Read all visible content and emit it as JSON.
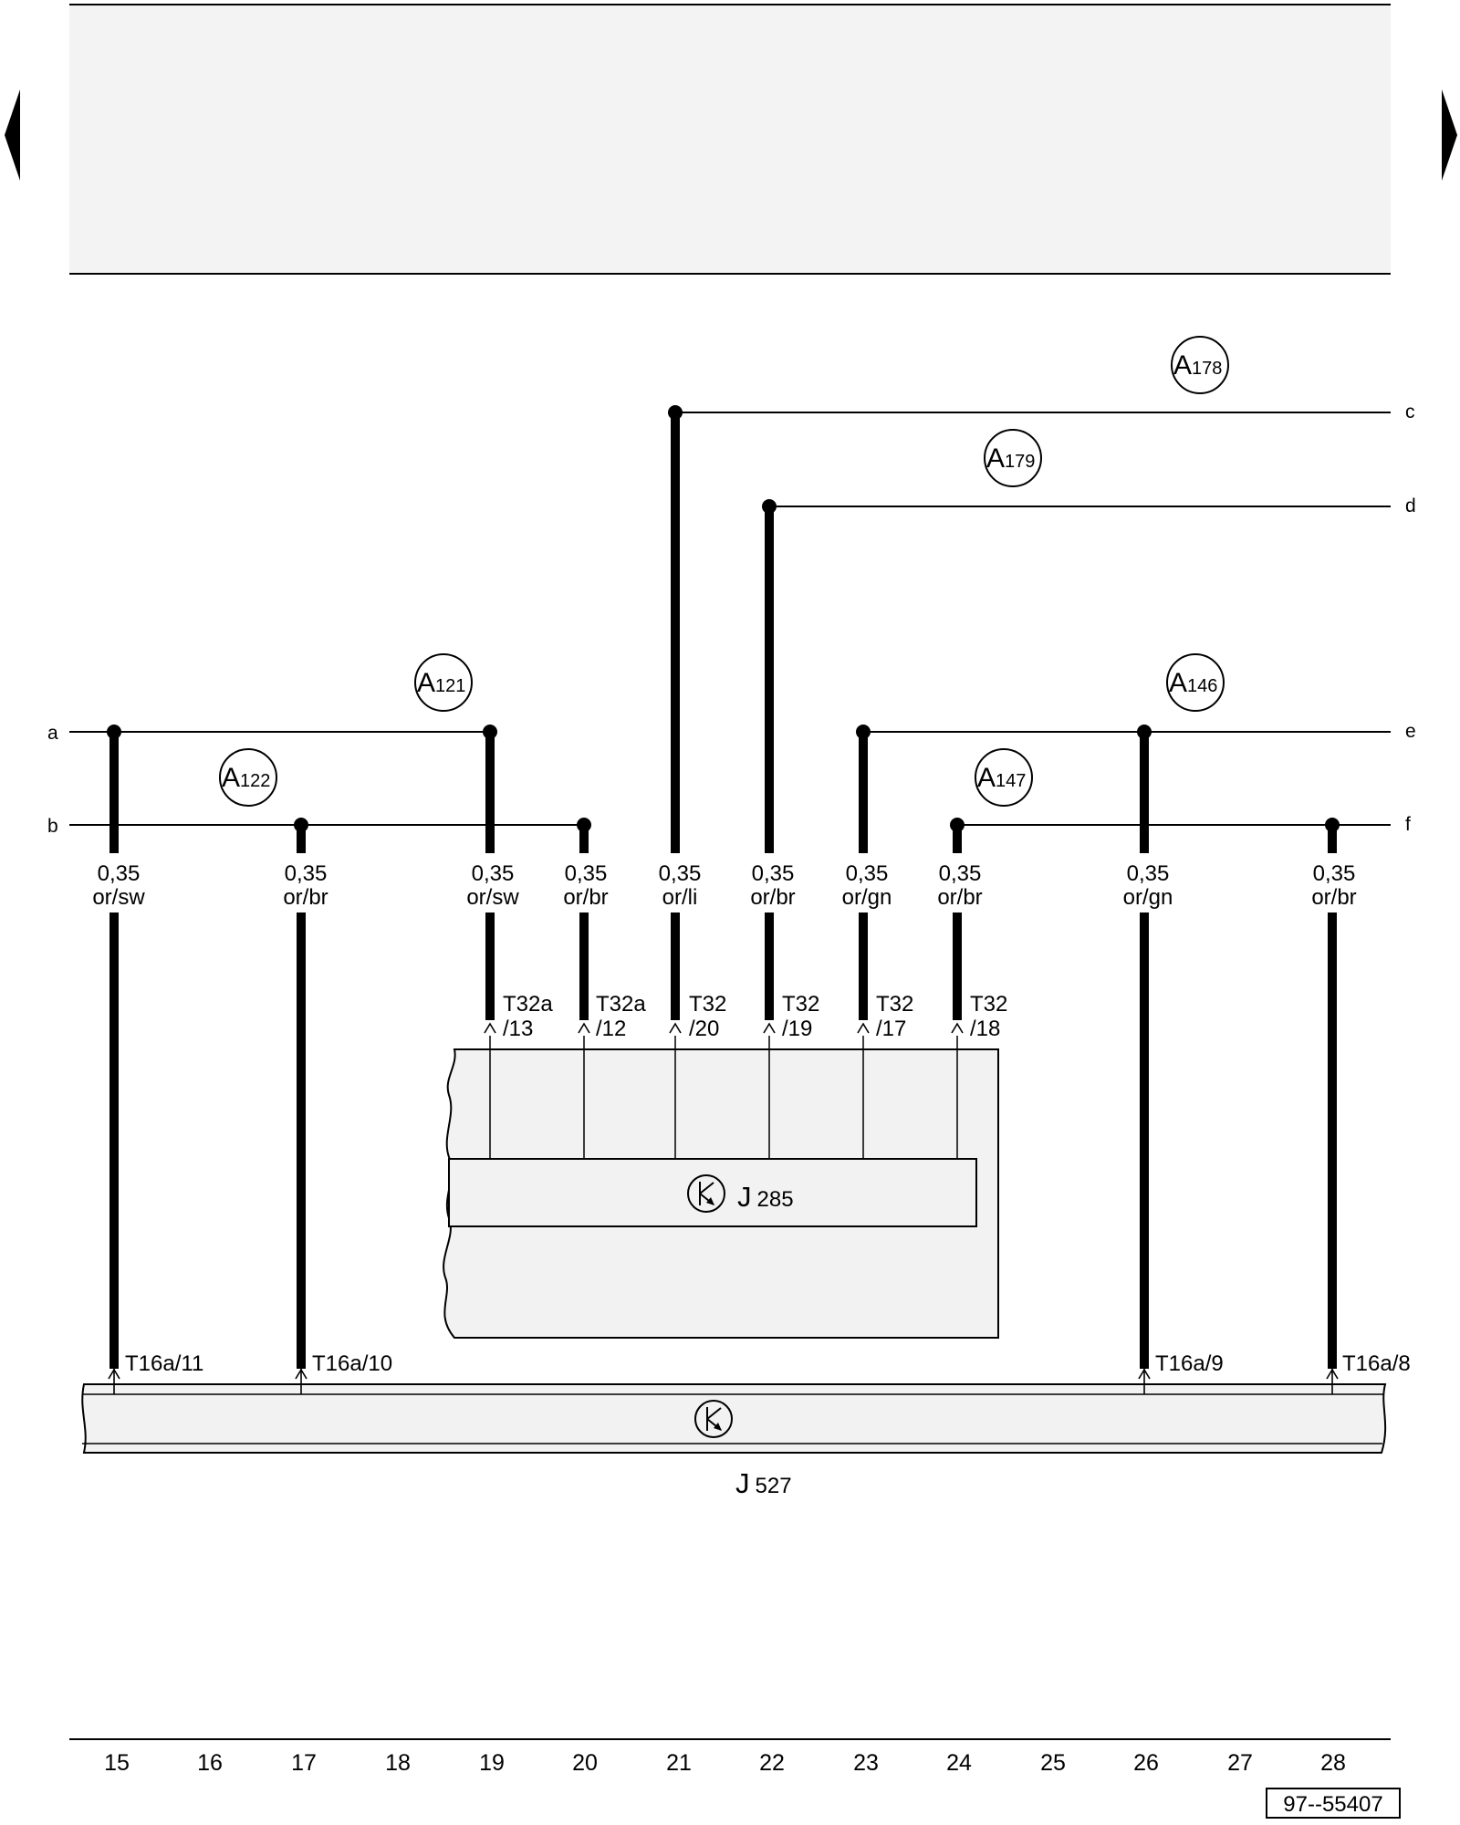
{
  "diagram": {
    "wire_ends": {
      "a": "a",
      "b": "b",
      "c": "c",
      "d": "d",
      "e": "e",
      "f": "f"
    },
    "connectors": [
      {
        "prefix": "A",
        "number": "178"
      },
      {
        "prefix": "A",
        "number": "179"
      },
      {
        "prefix": "A",
        "number": "121"
      },
      {
        "prefix": "A",
        "number": "122"
      },
      {
        "prefix": "A",
        "number": "146"
      },
      {
        "prefix": "A",
        "number": "147"
      }
    ],
    "wires": [
      {
        "size": "0,35",
        "color": "or/sw"
      },
      {
        "size": "0,35",
        "color": "or/br"
      },
      {
        "size": "0,35",
        "color": "or/sw"
      },
      {
        "size": "0,35",
        "color": "or/br"
      },
      {
        "size": "0,35",
        "color": "or/li"
      },
      {
        "size": "0,35",
        "color": "or/br"
      },
      {
        "size": "0,35",
        "color": "or/gn"
      },
      {
        "size": "0,35",
        "color": "or/br"
      },
      {
        "size": "0,35",
        "color": "or/gn"
      },
      {
        "size": "0,35",
        "color": "or/br"
      }
    ],
    "pins_j285": [
      {
        "line1": "T32a",
        "line2": "/13"
      },
      {
        "line1": "T32a",
        "line2": "/12"
      },
      {
        "line1": "T32",
        "line2": "/20"
      },
      {
        "line1": "T32",
        "line2": "/19"
      },
      {
        "line1": "T32",
        "line2": "/17"
      },
      {
        "line1": "T32",
        "line2": "/18"
      }
    ],
    "pins_j527": [
      "T16a/11",
      "T16a/10",
      "T16a/9",
      "T16a/8"
    ],
    "components": {
      "j285": {
        "letter": "J",
        "number": "285"
      },
      "j527": {
        "letter": "J",
        "number": "527"
      }
    },
    "grid_numbers": [
      "15",
      "16",
      "17",
      "18",
      "19",
      "20",
      "21",
      "22",
      "23",
      "24",
      "25",
      "26",
      "27",
      "28"
    ],
    "ref_code": "97--55407"
  },
  "colors": {
    "header_fill": "#f3f3f3",
    "component_fill": "#f2f2f2",
    "line": "#000000"
  }
}
